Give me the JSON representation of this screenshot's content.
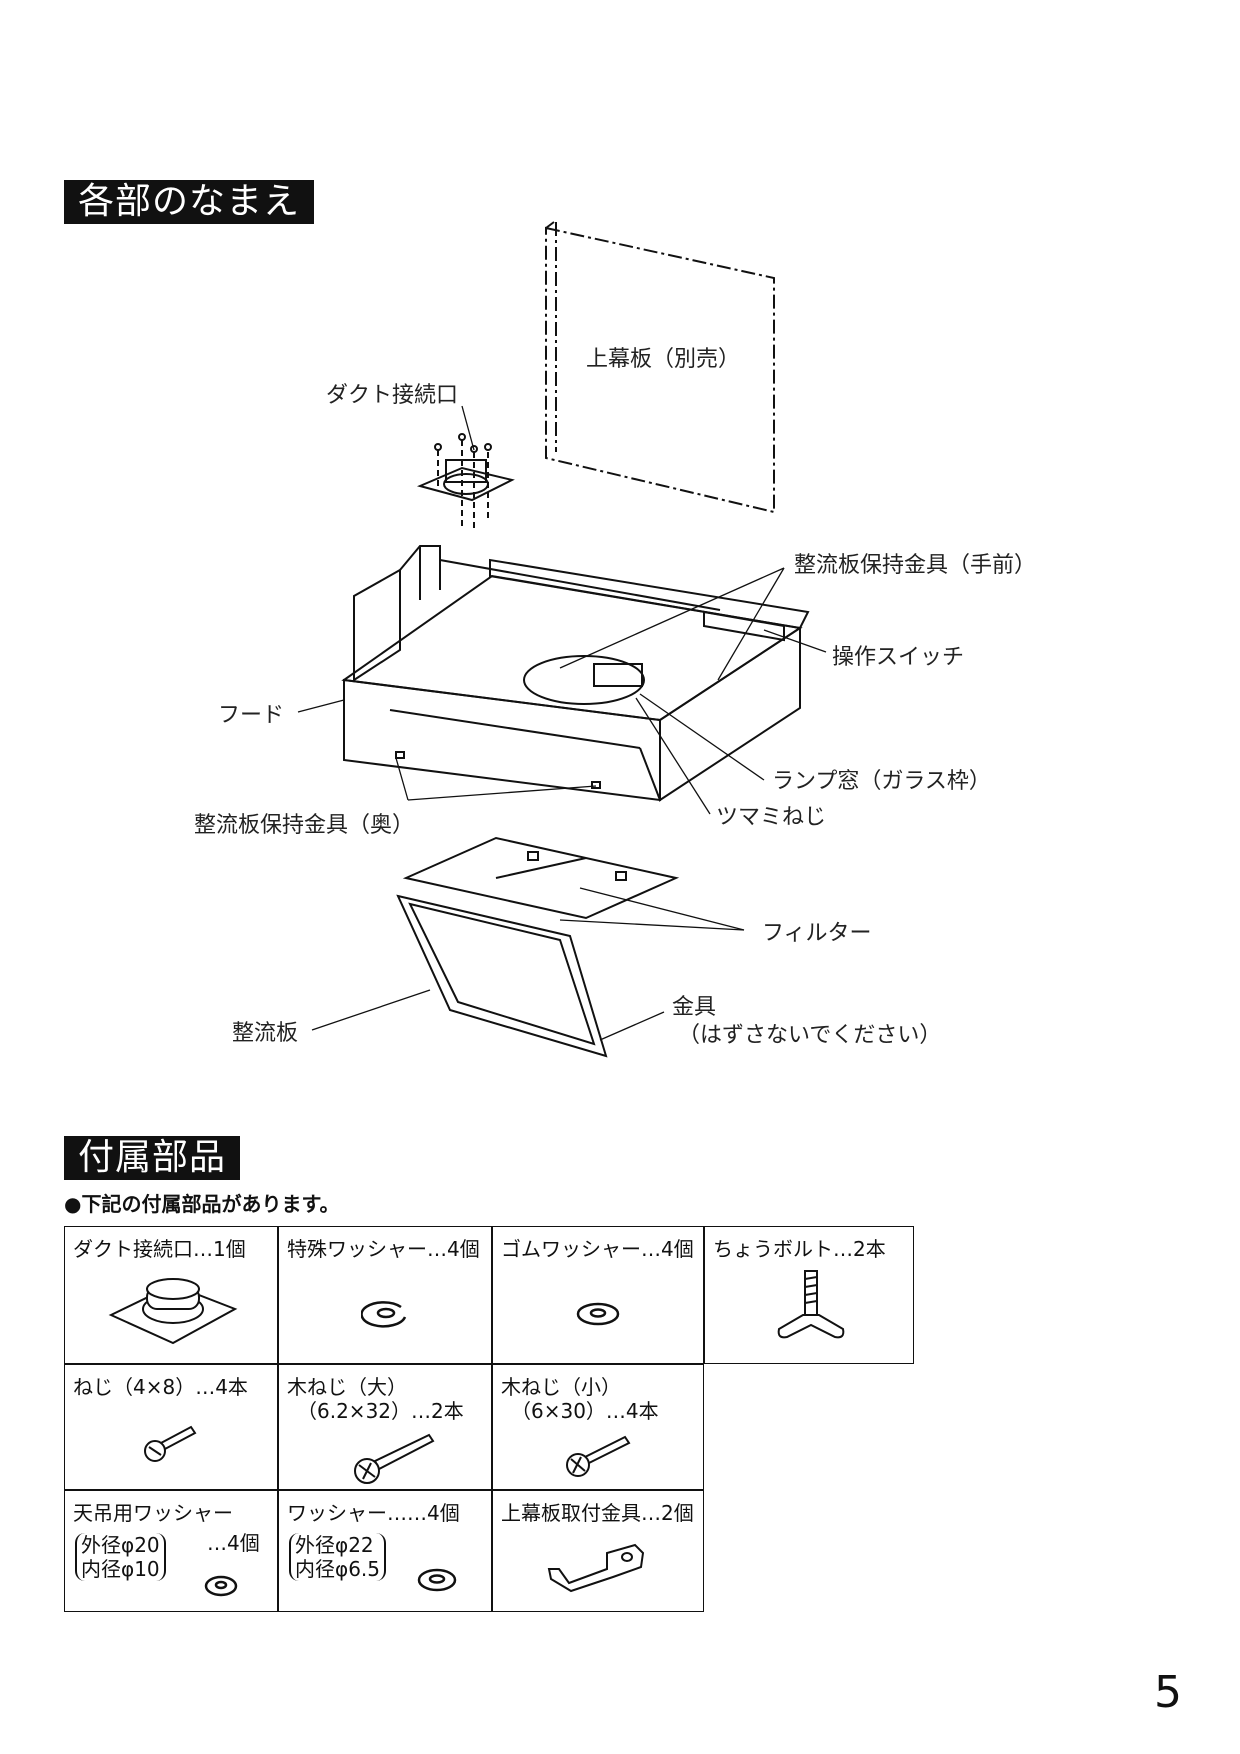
{
  "section1": {
    "title": "各部のなまえ"
  },
  "diagram": {
    "labels": {
      "top_board": "上幕板（別売）",
      "duct_connector": "ダクト接続口",
      "baffle_bracket_front": "整流板保持金具（手前）",
      "switch": "操作スイッチ",
      "hood": "フード",
      "lamp_window": "ランプ窓（ガラス枠）",
      "knob_screw": "ツマミねじ",
      "baffle_bracket_back": "整流板保持金具（奥）",
      "filter": "フィルター",
      "bracket": "金具",
      "bracket_note": "（はずさないでください）",
      "baffle": "整流板"
    }
  },
  "section2": {
    "title": "付属部品",
    "intro": "●下記の付属部品があります。",
    "parts": [
      {
        "name": "ダクト接続口…1個"
      },
      {
        "name": "特殊ワッシャー…4個"
      },
      {
        "name": "ゴムワッシャー…4個"
      },
      {
        "name": "ちょうボルト…2本"
      },
      {
        "name": "ねじ（4×8）…4本"
      },
      {
        "name": "木ねじ（大）\n　（6.2×32）…2本"
      },
      {
        "name": "木ねじ（小）\n　（6×30）…4本"
      },
      {
        "name": "天吊用ワッシャー",
        "spec": "外径φ20\n内径φ10",
        "count": "…4個"
      },
      {
        "name": "ワッシャー……4個",
        "spec": "外径φ22\n内径φ6.5"
      },
      {
        "name": "上幕板取付金具…2個"
      }
    ]
  },
  "page_number": "5"
}
